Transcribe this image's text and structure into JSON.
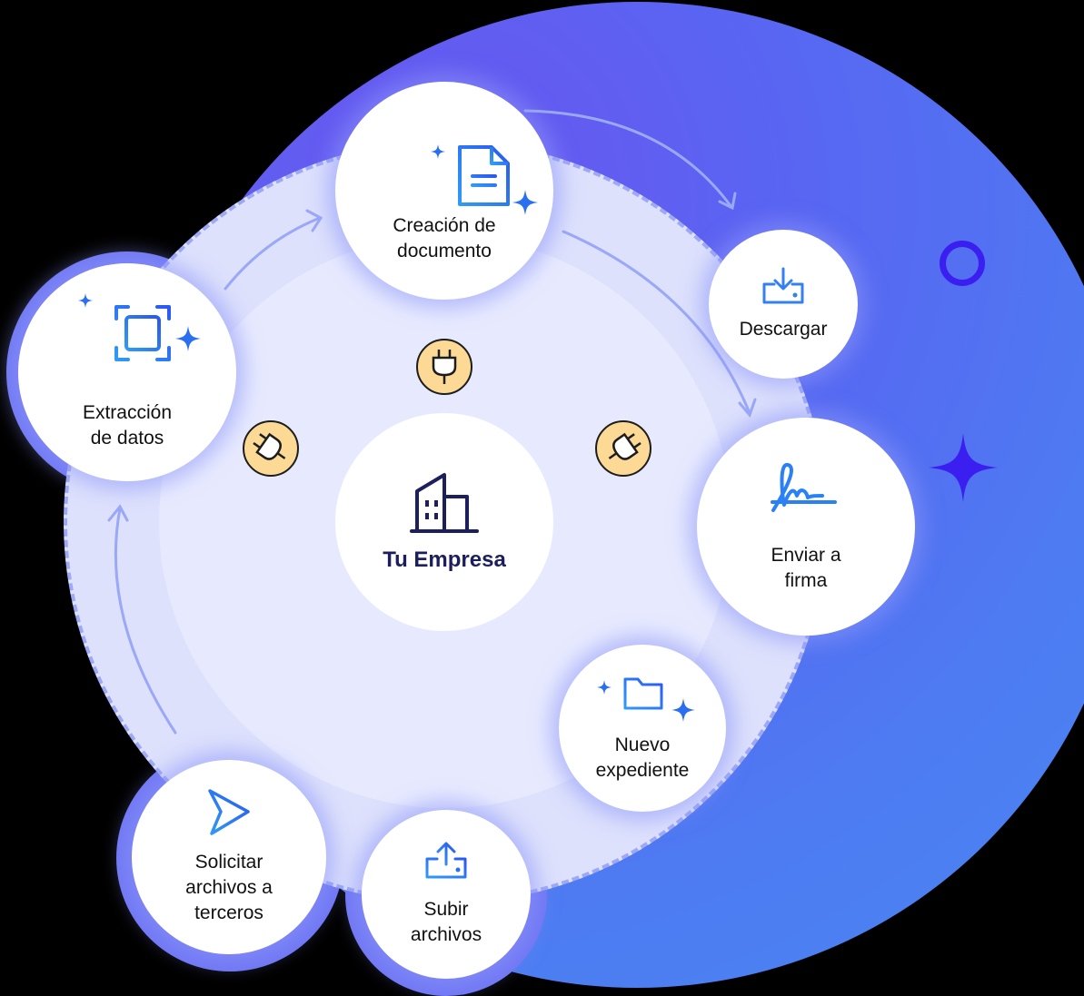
{
  "center": {
    "label": "Tu Empresa",
    "icon": "building-icon"
  },
  "nodes": [
    {
      "id": "creacion",
      "label_line1": "Creación de",
      "label_line2": "documento",
      "icon": "document-icon"
    },
    {
      "id": "extraccion",
      "label_line1": "Extracción",
      "label_line2": "de datos",
      "icon": "scan-frame-icon"
    },
    {
      "id": "descargar",
      "label_line1": "Descargar",
      "icon": "download-tray-icon"
    },
    {
      "id": "enviar",
      "label_line1": "Enviar a",
      "label_line2": "firma",
      "icon": "signature-icon"
    },
    {
      "id": "nuevo",
      "label_line1": "Nuevo",
      "label_line2": "expediente",
      "icon": "folder-icon"
    },
    {
      "id": "subir",
      "label_line1": "Subir",
      "label_line2": "archivos",
      "icon": "upload-tray-icon"
    },
    {
      "id": "solicitar",
      "label_line1": "Solicitar",
      "label_line2": "archivos a",
      "label_line3": "terceros",
      "icon": "send-icon"
    }
  ],
  "connectors": [
    "plug-icon",
    "plug-icon",
    "plug-icon"
  ],
  "colors": {
    "background_blob": "#5866f2",
    "ring": "#dde1fc",
    "inner": "#e7eafe",
    "icon_blue": "#2a6ff0",
    "plug_fill": "#fcd994",
    "center_text": "#1c1f5c",
    "decor_star": "#3a1ff0"
  }
}
